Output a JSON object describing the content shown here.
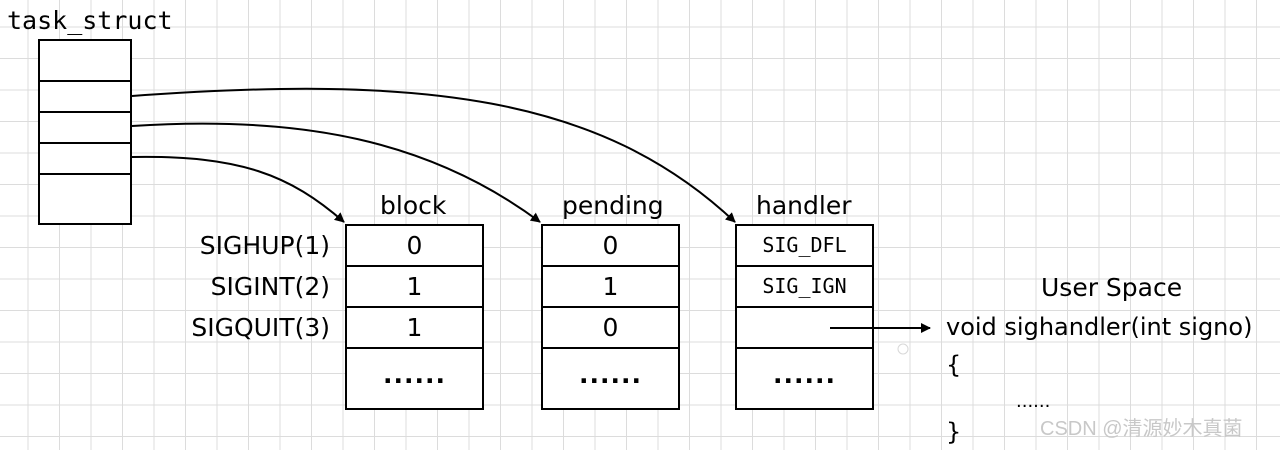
{
  "task_struct": {
    "label": "task_struct"
  },
  "signals": [
    "SIGHUP(1)",
    "SIGINT(2)",
    "SIGQUIT(3)"
  ],
  "block": {
    "header": "block",
    "values": [
      "0",
      "1",
      "1",
      "......"
    ]
  },
  "pending": {
    "header": "pending",
    "values": [
      "0",
      "1",
      "0",
      "......"
    ]
  },
  "handler": {
    "header": "handler",
    "values": [
      "SIG_DFL",
      "SIG_IGN",
      "",
      "......"
    ]
  },
  "user_space": {
    "title": "User Space",
    "lines": [
      "void sighandler(int signo)",
      "{",
      "......",
      "}"
    ]
  },
  "watermark": "CSDN @清源妙木真菌"
}
